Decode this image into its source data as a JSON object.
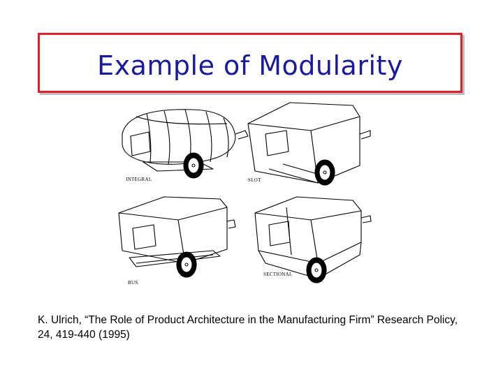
{
  "slide": {
    "title": "Example of Modularity",
    "title_color": "#1a1aa0",
    "border_color": "#e0202a"
  },
  "figure": {
    "panels": [
      {
        "label": "INTEGRAL"
      },
      {
        "label": "SLOT"
      },
      {
        "label": "BUS"
      },
      {
        "label": "SECTIONAL"
      }
    ]
  },
  "citation": {
    "line1": "K. Ulrich, “The Role of Product Architecture in the Manufacturing Firm” Research Policy,",
    "line2": "24, 419-440 (1995)"
  }
}
